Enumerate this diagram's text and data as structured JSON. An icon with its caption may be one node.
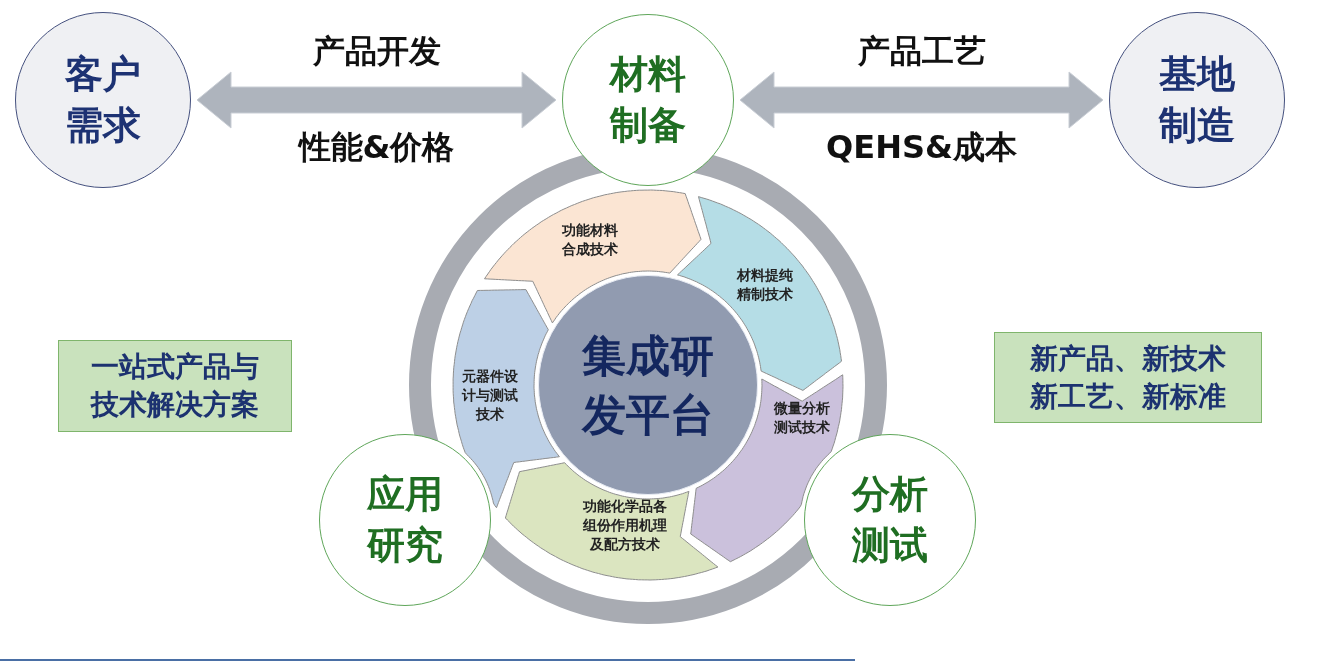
{
  "diagram": {
    "nodes": [
      {
        "text": [
          "客户需求"
        ]
      },
      {
        "text": [
          "材料制备"
        ]
      },
      {
        "text": [
          "基地制造"
        ]
      },
      {
        "text": [
          "集成研发平台"
        ]
      },
      {
        "text": [
          "功能材料合成技术"
        ]
      },
      {
        "text": [
          "材料提纯精制技术"
        ]
      },
      {
        "text": [
          "微量分析测试技术"
        ]
      },
      {
        "text": [
          "功能化学品各组份作用机理及配方技术"
        ]
      },
      {
        "text": [
          "元器件设计与测试技术"
        ]
      },
      {
        "text": [
          "应用研究"
        ]
      },
      {
        "text": [
          "分析测试"
        ]
      },
      {
        "text": [
          "一站式产品与技术解决方案"
        ]
      },
      {
        "text": [
          "新产品、新技术新工艺、新标准"
        ]
      }
    ],
    "edges": [
      {
        "from": 0,
        "to": 1,
        "arrow": "both",
        "label": "产品开发"
      },
      {
        "from": 1,
        "to": 2,
        "arrow": "both",
        "label": "产品工艺"
      }
    ],
    "labels": [
      "性能&价格",
      "QEHS&成本"
    ]
  }
}
